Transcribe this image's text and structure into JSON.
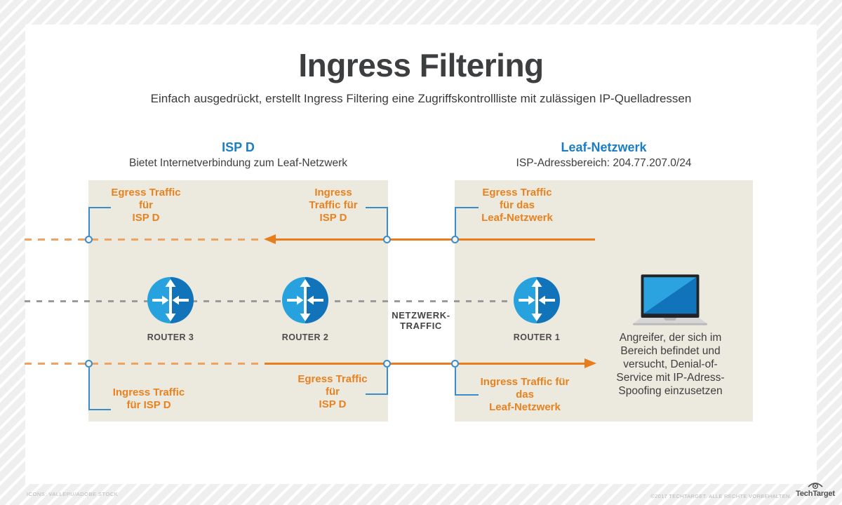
{
  "page": {
    "title": "Ingress Filtering",
    "subtitle": "Einfach ausgedrückt, erstellt Ingress Filtering eine Zugriffskontrollliste mit zulässigen IP-Quelladressen"
  },
  "sections": {
    "isp": {
      "title": "ISP D",
      "subtitle": "Bietet Internetverbindung zum Leaf-Netzwerk"
    },
    "leaf": {
      "title": "Leaf-Netzwerk",
      "subtitle": "ISP-Adressbereich: 204.77.207.0/24"
    }
  },
  "flow_labels": {
    "top_left": "Egress Traffic\nfür\nISP D",
    "top_mid": "Ingress\nTraffic für\nISP D",
    "top_right": "Egress Traffic\nfür das\nLeaf-Netzwerk",
    "bottom_left": "Ingress Traffic\nfür ISP D",
    "bottom_mid": "Egress Traffic\nfür\nISP D",
    "bottom_right": "Ingress Traffic für\ndas\nLeaf-Netzwerk"
  },
  "routers": [
    {
      "label": "ROUTER 3"
    },
    {
      "label": "ROUTER 2"
    },
    {
      "label": "ROUTER 1"
    }
  ],
  "network_traffic_label": "NETZWERK-\nTRAFFIC",
  "attacker_text": "Angreifer, der sich im\nBereich befindet und\nversucht, Denial-of-\nService mit IP-Adress-\nSpoofing einzusetzen",
  "footer": {
    "credit": "ICONS: VALLEPU/ADOBE STOCK",
    "copyright": "©2017 TECHTARGET. ALLE RECHTE VORBEHALTEN.",
    "brand": "TechTarget"
  },
  "colors": {
    "accent_orange": "#e87d1e",
    "dashed_orange": "#f0a361",
    "accent_blue": "#1a7dc5",
    "bracket_blue": "#3b8cc9",
    "router_light_blue": "#27a2de",
    "router_dark_blue": "#1173ba",
    "panel_beige": "#ece9df",
    "text_dark": "#3d3e40",
    "dashed_gray": "#9b9b9b"
  }
}
